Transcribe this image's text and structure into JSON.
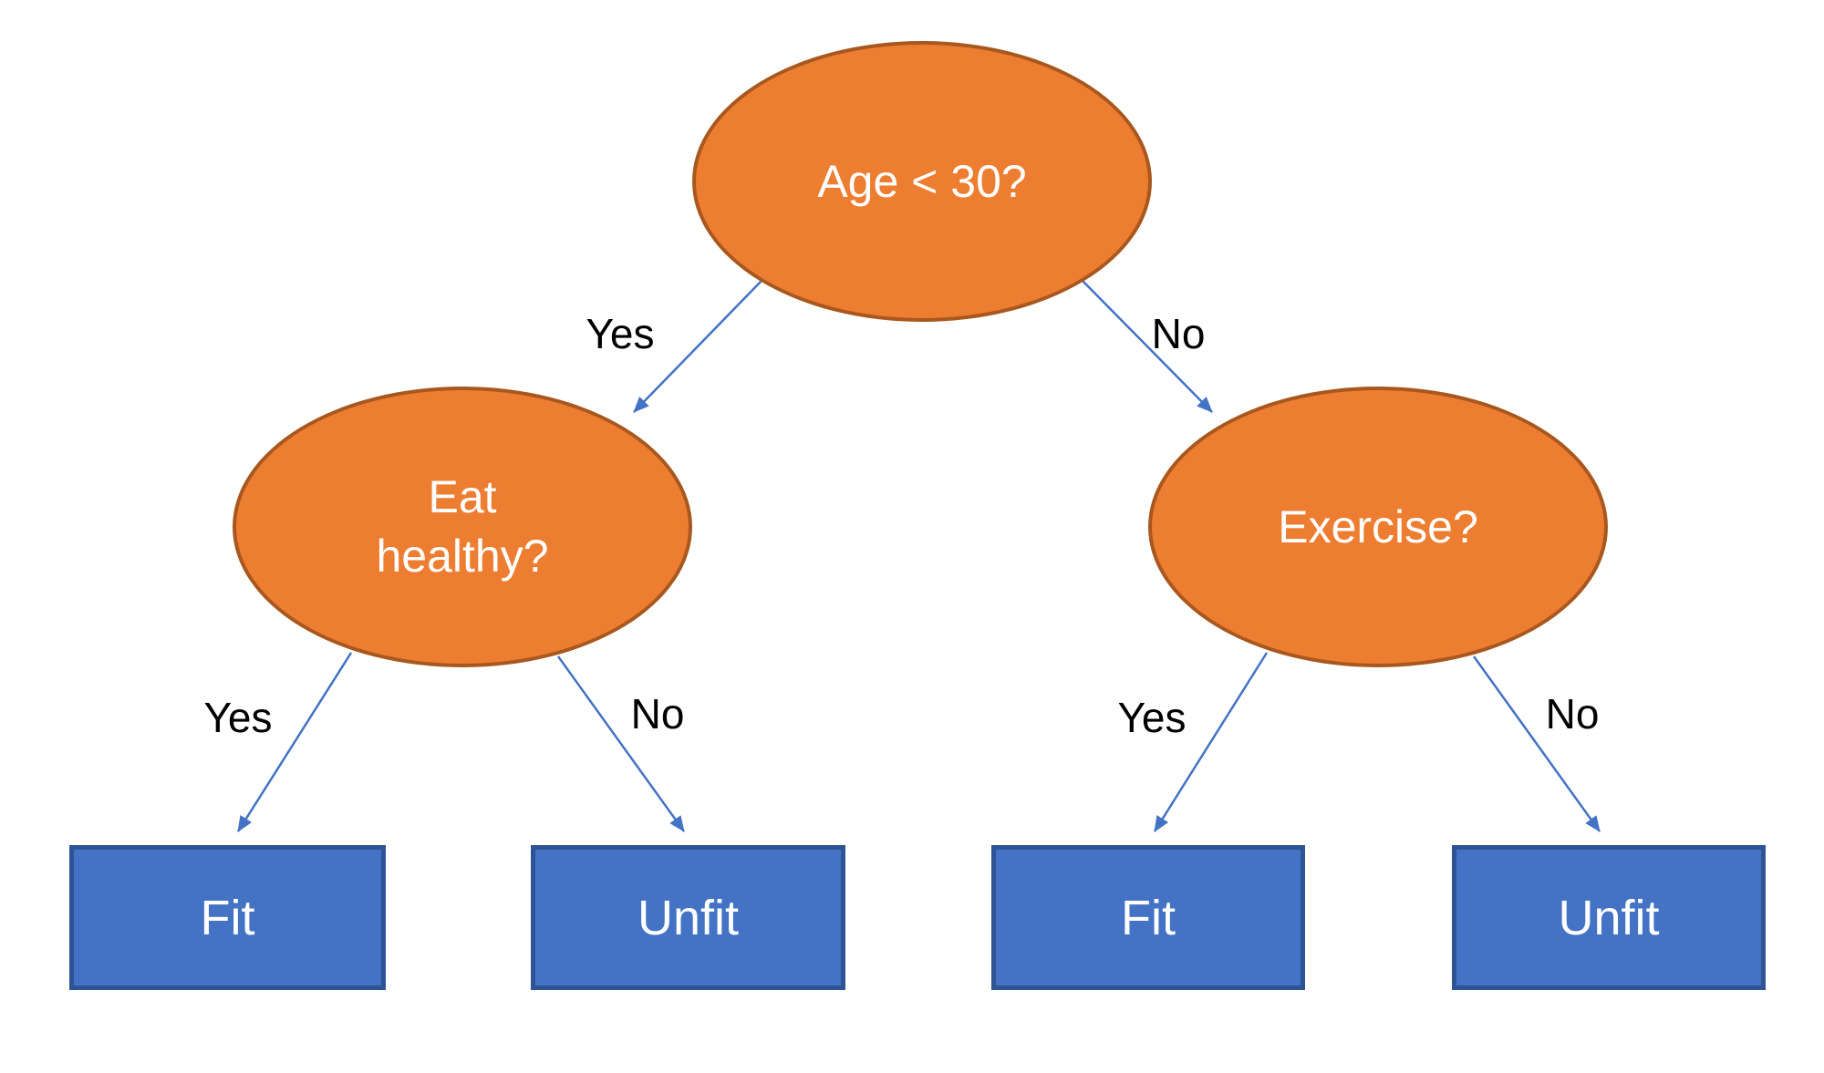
{
  "diagram": {
    "type": "decision-tree",
    "background": "#FFFFFF",
    "colors": {
      "decision_fill": "#ED7D31",
      "decision_stroke": "#A8571E",
      "leaf_fill": "#4472C4",
      "leaf_stroke": "#2F5496",
      "arrow": "#4472C4",
      "node_text": "#FFFFFF",
      "edge_label_text": "#000000"
    },
    "nodes": {
      "root": {
        "label": "Age < 30?"
      },
      "left": {
        "label": "Eat healthy?",
        "lines": [
          "Eat",
          "healthy?"
        ]
      },
      "right": {
        "label": "Exercise?"
      },
      "leaf_left_fit": {
        "label": "Fit"
      },
      "leaf_left_unfit": {
        "label": "Unfit"
      },
      "leaf_right_fit": {
        "label": "Fit"
      },
      "leaf_right_unfit": {
        "label": "Unfit"
      }
    },
    "edge_labels": {
      "root_left": "Yes",
      "root_right": "No",
      "left_fit": "Yes",
      "left_unfit": "No",
      "right_fit": "Yes",
      "right_unfit": "No"
    }
  }
}
